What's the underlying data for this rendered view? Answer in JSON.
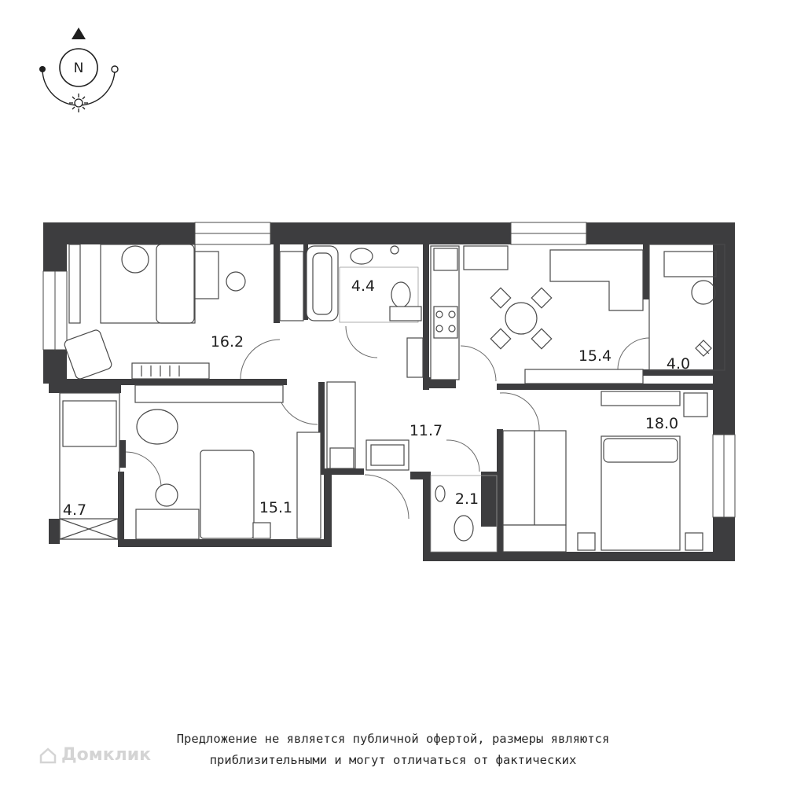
{
  "compass": {
    "letter": "N"
  },
  "rooms": [
    {
      "id": "bedroom-west",
      "area": "16.2"
    },
    {
      "id": "bathroom",
      "area": "4.4"
    },
    {
      "id": "kitchen-living",
      "area": "15.4"
    },
    {
      "id": "balcony-east",
      "area": "4.0"
    },
    {
      "id": "bedroom-east",
      "area": "18.0"
    },
    {
      "id": "hallway",
      "area": "11.7"
    },
    {
      "id": "toilet",
      "area": "2.1"
    },
    {
      "id": "bedroom-south",
      "area": "15.1"
    },
    {
      "id": "balcony-west",
      "area": "4.7"
    }
  ],
  "disclaimer": {
    "line1": "Предложение не является публичной офертой, размеры являются",
    "line2": "приблизительными и могут отличаться от фактических"
  },
  "watermark": {
    "text": "Домклик",
    "icon": "house-icon"
  },
  "colors": {
    "wall": "#3d3d3f",
    "line": "#4a4a4a",
    "label": "#1f1f1f"
  }
}
